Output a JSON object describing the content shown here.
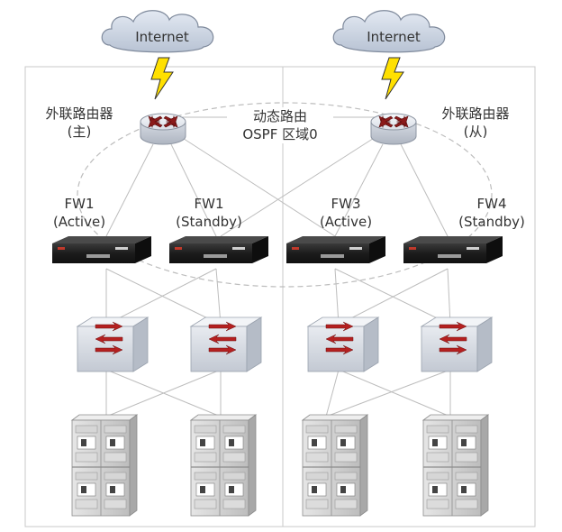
{
  "clouds": [
    {
      "label": "Internet"
    },
    {
      "label": "Internet"
    }
  ],
  "routers": [
    {
      "title": "外联路由器",
      "role": "(主)"
    },
    {
      "title": "外联路由器",
      "role": "(从)"
    }
  ],
  "ospf": {
    "line1": "动态路由",
    "line2": "OSPF 区域0"
  },
  "firewalls": [
    {
      "name": "FW1",
      "state": "(Active)"
    },
    {
      "name": "FW1",
      "state": "(Standby)"
    },
    {
      "name": "FW3",
      "state": "(Active)"
    },
    {
      "name": "FW4",
      "state": "(Standby)"
    }
  ],
  "colors": {
    "cloud_fill": "#cfd8e6",
    "router_arrows": "#8b1a1a",
    "switch_arrows": "#b52020",
    "lightning": "#ffe000",
    "firewall_body": "#1f1f1f",
    "site_border": "#c8c8c8"
  }
}
